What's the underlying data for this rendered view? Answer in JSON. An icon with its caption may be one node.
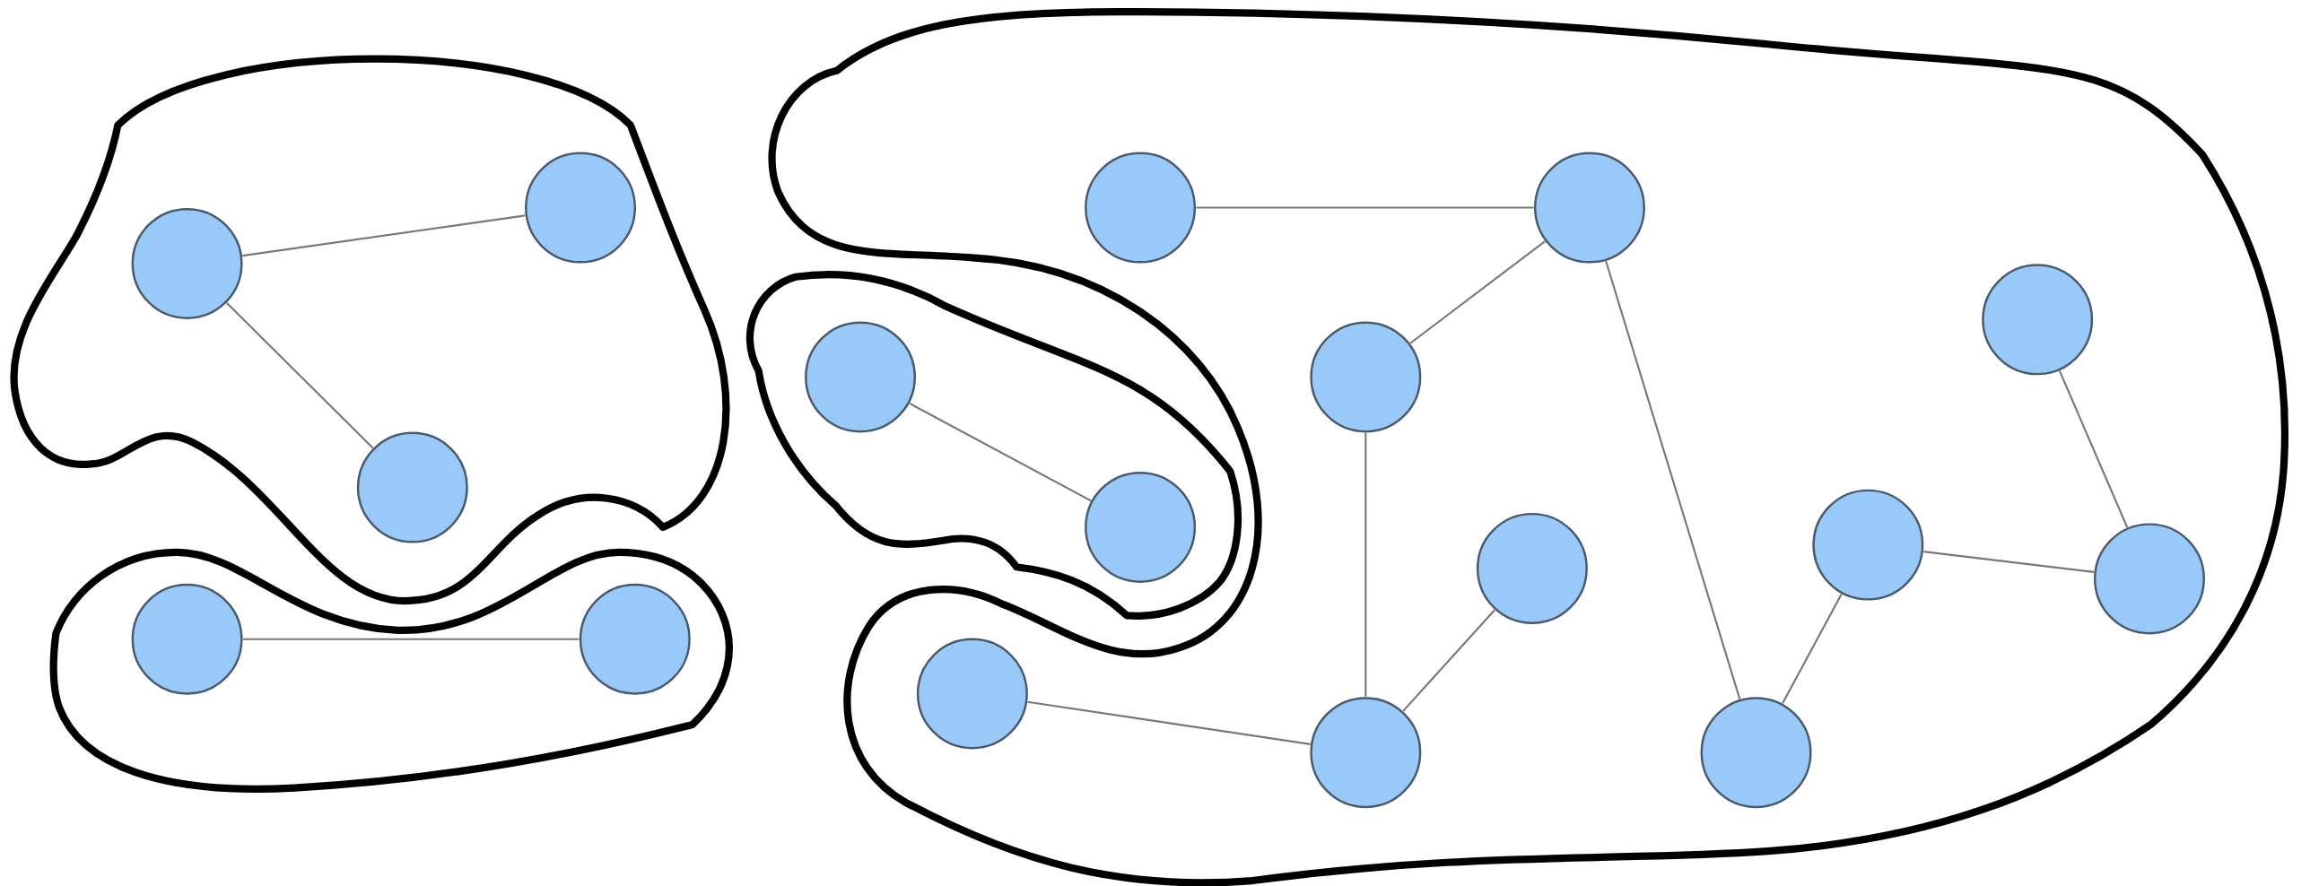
{
  "diagram": {
    "nodes": [
      {
        "text": [],
        "shape": "blob"
      },
      {
        "text": [],
        "shape": "circle",
        "in": 0
      },
      {
        "text": [],
        "shape": "circle",
        "in": 0
      },
      {
        "text": [],
        "shape": "circle",
        "in": 0
      },
      {
        "text": [],
        "shape": "blob"
      },
      {
        "text": [],
        "shape": "circle",
        "in": 4
      },
      {
        "text": [],
        "shape": "circle",
        "in": 4
      },
      {
        "text": [],
        "shape": "blob"
      },
      {
        "text": [],
        "shape": "circle",
        "in": 7
      },
      {
        "text": [],
        "shape": "circle",
        "in": 7
      },
      {
        "text": [],
        "shape": "blob"
      },
      {
        "text": [],
        "shape": "circle",
        "in": 10
      },
      {
        "text": [],
        "shape": "circle",
        "in": 10
      },
      {
        "text": [],
        "shape": "circle",
        "in": 10
      },
      {
        "text": [],
        "shape": "circle",
        "in": 10
      },
      {
        "text": [],
        "shape": "circle",
        "in": 10
      },
      {
        "text": [],
        "shape": "circle",
        "in": 10
      },
      {
        "text": [],
        "shape": "circle",
        "in": 10
      },
      {
        "text": [],
        "shape": "circle",
        "in": 10
      },
      {
        "text": [],
        "shape": "circle",
        "in": 10
      },
      {
        "text": [],
        "shape": "circle",
        "in": 10
      }
    ],
    "edges": [
      {
        "from": 1,
        "to": 2,
        "arrow": "none"
      },
      {
        "from": 1,
        "to": 3,
        "arrow": "none"
      },
      {
        "from": 5,
        "to": 6,
        "arrow": "none"
      },
      {
        "from": 8,
        "to": 9,
        "arrow": "none"
      },
      {
        "from": 11,
        "to": 12,
        "arrow": "none"
      },
      {
        "from": 12,
        "to": 13,
        "arrow": "none"
      },
      {
        "from": 12,
        "to": 20,
        "arrow": "none"
      },
      {
        "from": 13,
        "to": 19,
        "arrow": "none"
      },
      {
        "from": 15,
        "to": 19,
        "arrow": "none"
      },
      {
        "from": 18,
        "to": 19,
        "arrow": "none"
      },
      {
        "from": 14,
        "to": 17,
        "arrow": "none"
      },
      {
        "from": 16,
        "to": 17,
        "arrow": "none"
      },
      {
        "from": 16,
        "to": 20,
        "arrow": "none"
      }
    ]
  }
}
